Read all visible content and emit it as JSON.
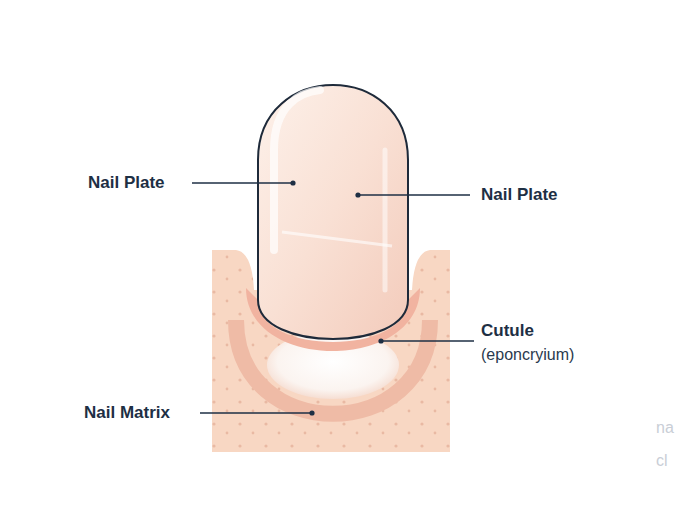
{
  "diagram": {
    "labels": [
      "Nail Plate",
      "Nail Plate",
      "Cutule",
      "(eponcryium)",
      "Nail Matrix",
      "na",
      "cl"
    ]
  }
}
